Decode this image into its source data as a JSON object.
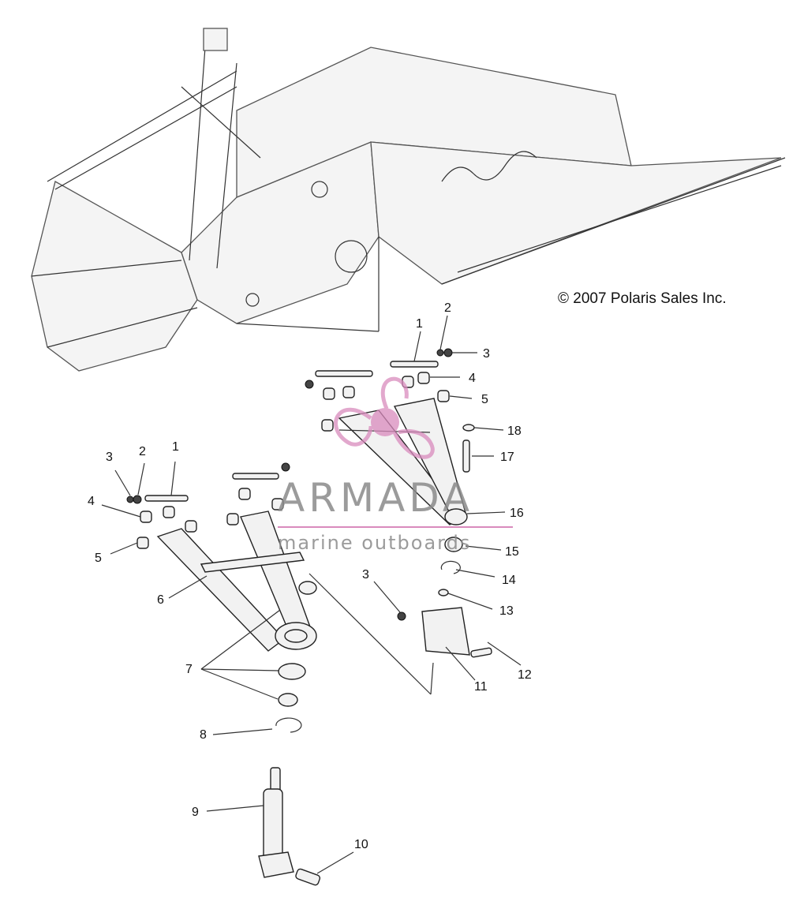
{
  "copyright": "© 2007 Polaris Sales Inc.",
  "watermark": {
    "name": "ARMADA",
    "tagline": "marine outboards",
    "color": "#d98bbd"
  },
  "callouts": [
    "1",
    "2",
    "3",
    "4",
    "5",
    "1",
    "2",
    "3",
    "4",
    "5",
    "6",
    "7",
    "8",
    "9",
    "10",
    "11",
    "12",
    "13",
    "14",
    "15",
    "16",
    "17",
    "18",
    "3"
  ]
}
